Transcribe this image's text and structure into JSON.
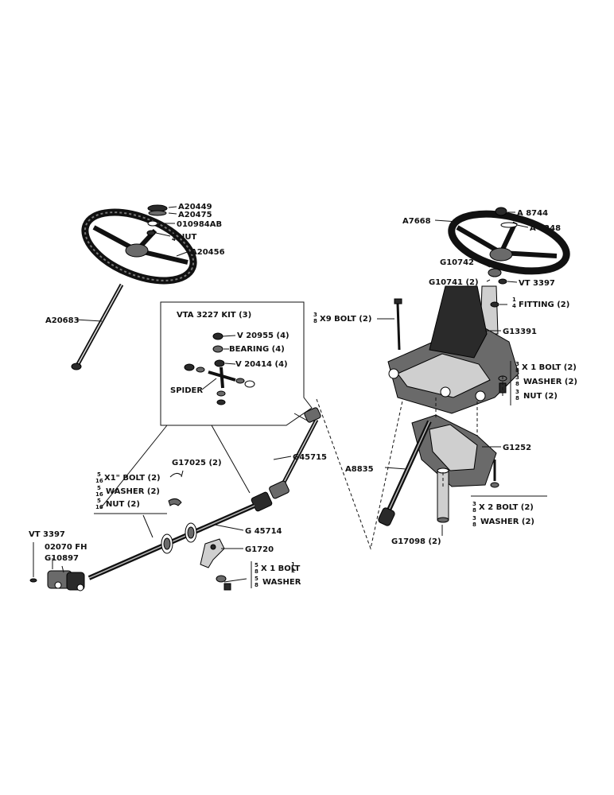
{
  "labels": {
    "a20449": "A20449",
    "a20475": "A20475",
    "o10984ab": "010984AB",
    "nut_34": "NUT",
    "a20456": "A20456",
    "a20683": "A20683",
    "kit_title": "VTA 3227 KIT (3)",
    "v20955": "V 20955 (4)",
    "bearing": "BEARING (4)",
    "v20414": "V 20414 (4)",
    "spider": "SPIDER",
    "g45715": "G45715",
    "g17025": "G17025 (2)",
    "bolt_516": "X1\" BOLT (2)",
    "washer_516": "WASHER (2)",
    "nut_516": "NUT (2)",
    "vt3397_left": "VT 3397",
    "o2070fh": "02070 FH",
    "g10897": "G10897",
    "g45714": "G 45714",
    "g1720": "G1720",
    "bolt_58": "X 1 BOLT",
    "washer_58": "WASHER",
    "a7668": "A7668",
    "a8744": "A 8744",
    "a8248": "A 8248",
    "g10742": "G10742",
    "g10741": "G10741 (2)",
    "vt3397_right": "VT 3397",
    "fitting": "FITTING (2)",
    "bolt_38x9": "X9 BOLT (2)",
    "g13391": "G13391",
    "bolt_38x134": "X 1 BOLT (2)",
    "washer_38a": "WASHER (2)",
    "nut_38": "NUT (2)",
    "a8835": "A8835",
    "g1252": "G1252",
    "bolt_38x214": "X 2 BOLT (2)",
    "washer_38b": "WASHER (2)",
    "g17098": "G17098 (2)"
  },
  "fractions": {
    "three_quarter": {
      "num": "3",
      "den": "4"
    },
    "five_sixteenths": {
      "num": "5",
      "den": "16"
    },
    "five_eighths": {
      "num": "5",
      "den": "8"
    },
    "one_half": {
      "num": "1",
      "den": "2"
    },
    "three_eighths": {
      "num": "3",
      "den": "8"
    },
    "one_quarter": {
      "num": "1",
      "den": "4"
    }
  }
}
